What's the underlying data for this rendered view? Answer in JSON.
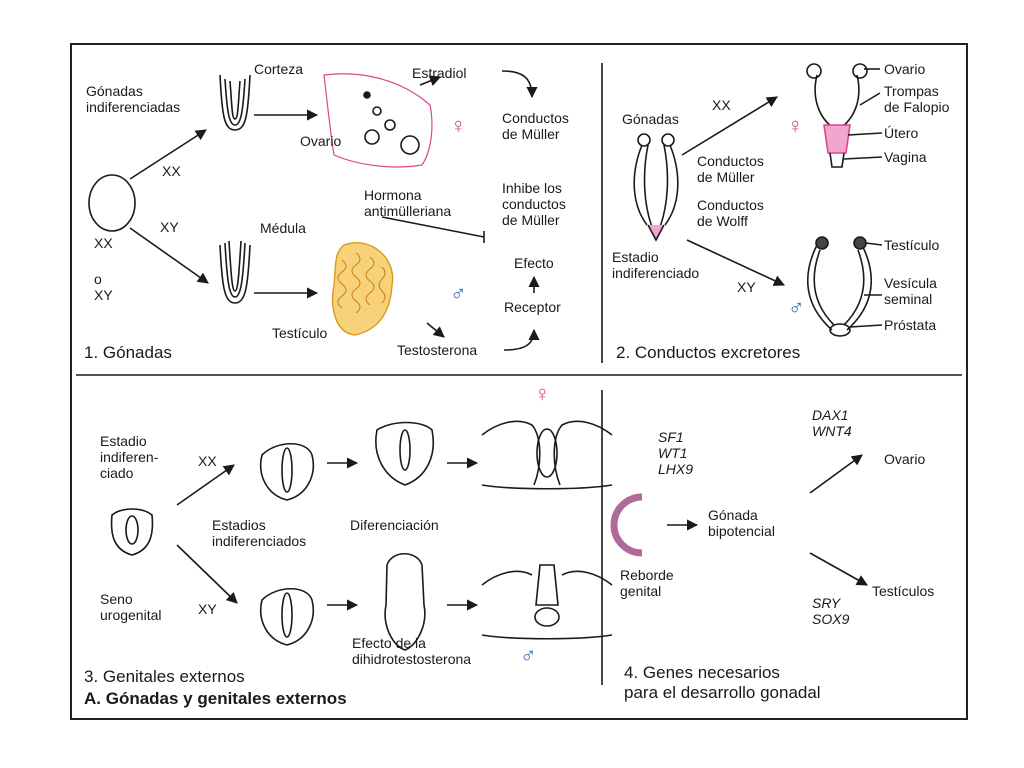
{
  "colors": {
    "female": "#d9478f",
    "male": "#2f6fb5",
    "uterus": "#f2a6cf",
    "ridge": "#b06a9a",
    "testis_fill": "#f7d27a",
    "testis_stroke": "#d99a1b"
  },
  "symbols": {
    "female": "♀",
    "male": "♂"
  },
  "panel1": {
    "title": "1. Gónadas",
    "gonadas_indif": "Gónadas\nindiferenciadas",
    "corteza": "Corteza",
    "estradiol": "Estradiol",
    "conductos_muller": "Conductos\nde Müller",
    "ovario": "Ovario",
    "xx_arrow": "XX",
    "xy_arrow": "XY",
    "hormona": "Hormona\nantimülleriana",
    "inhibe": "Inhibe los\nconductos\nde Müller",
    "medula": "Médula",
    "xx_left": "XX",
    "o_xy": "o\nXY",
    "efecto": "Efecto",
    "receptor": "Receptor",
    "testiculo": "Testículo",
    "testosterona": "Testosterona"
  },
  "panel2": {
    "title": "2. Conductos excretores",
    "gonadas": "Gónadas",
    "xx": "XX",
    "xy": "XY",
    "cond_muller": "Conductos\nde Müller",
    "cond_wolff": "Conductos\nde Wolff",
    "estadio": "Estadio\nindiferenciado",
    "ovario": "Ovario",
    "trompas": "Trompas\nde Falopio",
    "utero": "Útero",
    "vagina": "Vagina",
    "testiculo": "Testículo",
    "vesicula": "Vesícula\nseminal",
    "prostata": "Próstata"
  },
  "panel3": {
    "title": "3. Genitales externos",
    "estadio": "Estadio\nindiferen-\nciado",
    "xx": "XX",
    "xy": "XY",
    "estadios_indif": "Estadios\nindiferenciados",
    "diferenciacion": "Diferenciación",
    "seno": "Seno\nurogenital",
    "efecto_dht": "Efecto de la\ndihidrotestosterona"
  },
  "panel4": {
    "title": "4. Genes necesarios\npara el desarrollo gonadal",
    "genes_top": "SF1\nWT1\nLHX9",
    "genes_ovary": "DAX1\nWNT4",
    "genes_testis": "SRY\nSOX9",
    "gonada": "Gónada\nbipotencial",
    "reborde": "Reborde\ngenital",
    "ovario": "Ovario",
    "testiculos": "Testículos"
  },
  "footer": "A. Gónadas y genitales externos"
}
